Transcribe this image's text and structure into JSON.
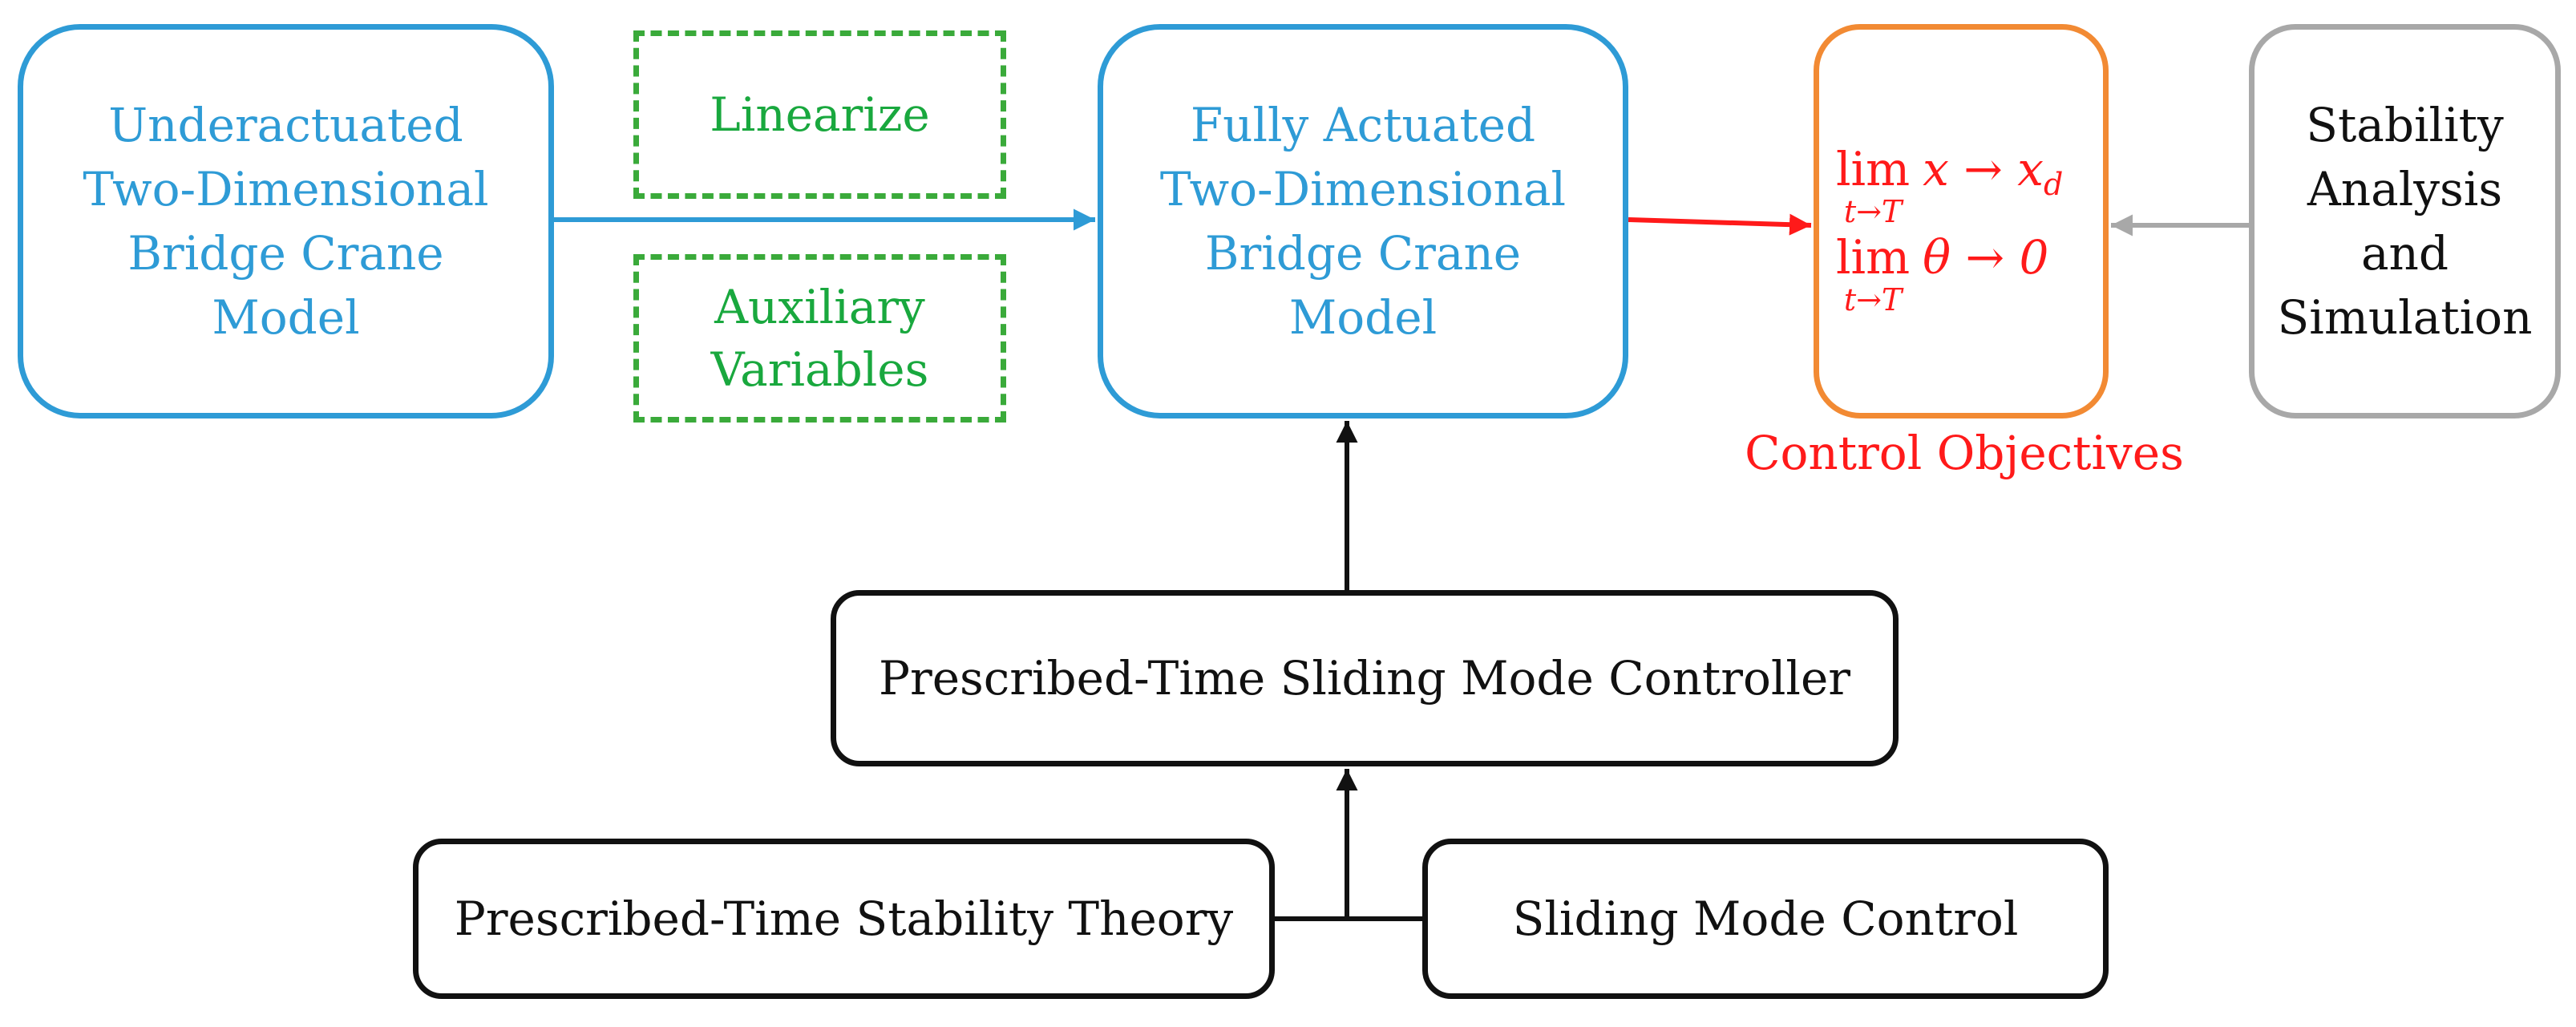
{
  "diagram": {
    "underactuated_model": [
      "Underactuated",
      "Two-Dimensional",
      "Bridge Crane",
      "Model"
    ],
    "linearize": "Linearize",
    "auxiliary_variables": [
      "Auxiliary",
      "Variables"
    ],
    "fully_actuated_model": [
      "Fully Actuated",
      "Two-Dimensional",
      "Bridge Crane",
      "Model"
    ],
    "objectives_label": "Control Objectives",
    "objective_1": {
      "lim": "lim",
      "sub": "t→T",
      "expr": "x → x",
      "subscript": "d"
    },
    "objective_2": {
      "lim": "lim",
      "sub": "t→T",
      "expr": "θ → 0"
    },
    "stability_analysis": [
      "Stability",
      "Analysis",
      "and",
      "Simulation"
    ],
    "controller": "Prescribed-Time Sliding Mode Controller",
    "stability_theory": "Prescribed-Time Stability Theory",
    "sliding_mode_control": "Sliding Mode Control"
  },
  "colors": {
    "blue": "#2e9bd6",
    "green": "#19a83e",
    "orange": "#f28a33",
    "red": "#ff1a1a",
    "gray": "#a8a8a8",
    "black": "#111111"
  }
}
